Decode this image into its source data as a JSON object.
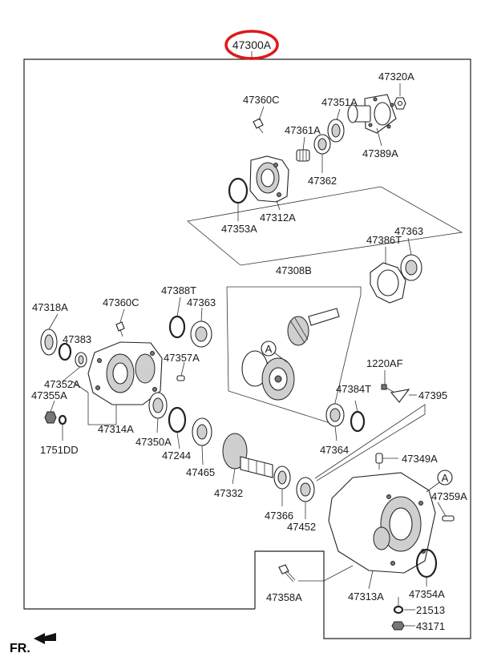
{
  "assembly": {
    "code": "47300A",
    "highlight_color": "#e01818"
  },
  "orientation": {
    "label": "FR."
  },
  "parts": {
    "p47320A": "47320A",
    "p47360C_top": "47360C",
    "p47351A": "47351A",
    "p47361A": "47361A",
    "p47389A": "47389A",
    "p47362": "47362",
    "p47353A": "47353A",
    "p47312A": "47312A",
    "p47363_right": "47363",
    "p47386T": "47386T",
    "p47308B": "47308B",
    "p47318A": "47318A",
    "p47360C_left": "47360C",
    "p47388T": "47388T",
    "p47363_left": "47363",
    "p47383": "47383",
    "p47357A": "47357A",
    "p1220AF": "1220AF",
    "p47352A": "47352A",
    "p47355A": "47355A",
    "p47384T": "47384T",
    "p47395": "47395",
    "p47314A": "47314A",
    "p47350A": "47350A",
    "p47364": "47364",
    "p1751DD": "1751DD",
    "p47244": "47244",
    "p47349A": "47349A",
    "p47465": "47465",
    "p47332": "47332",
    "p47359A": "47359A",
    "p47366": "47366",
    "p47452": "47452",
    "p47358A": "47358A",
    "p47313A": "47313A",
    "p47354A": "47354A",
    "p21513": "21513",
    "p43171": "43171"
  },
  "refs": {
    "ref_a1": "A",
    "ref_a2": "A"
  }
}
